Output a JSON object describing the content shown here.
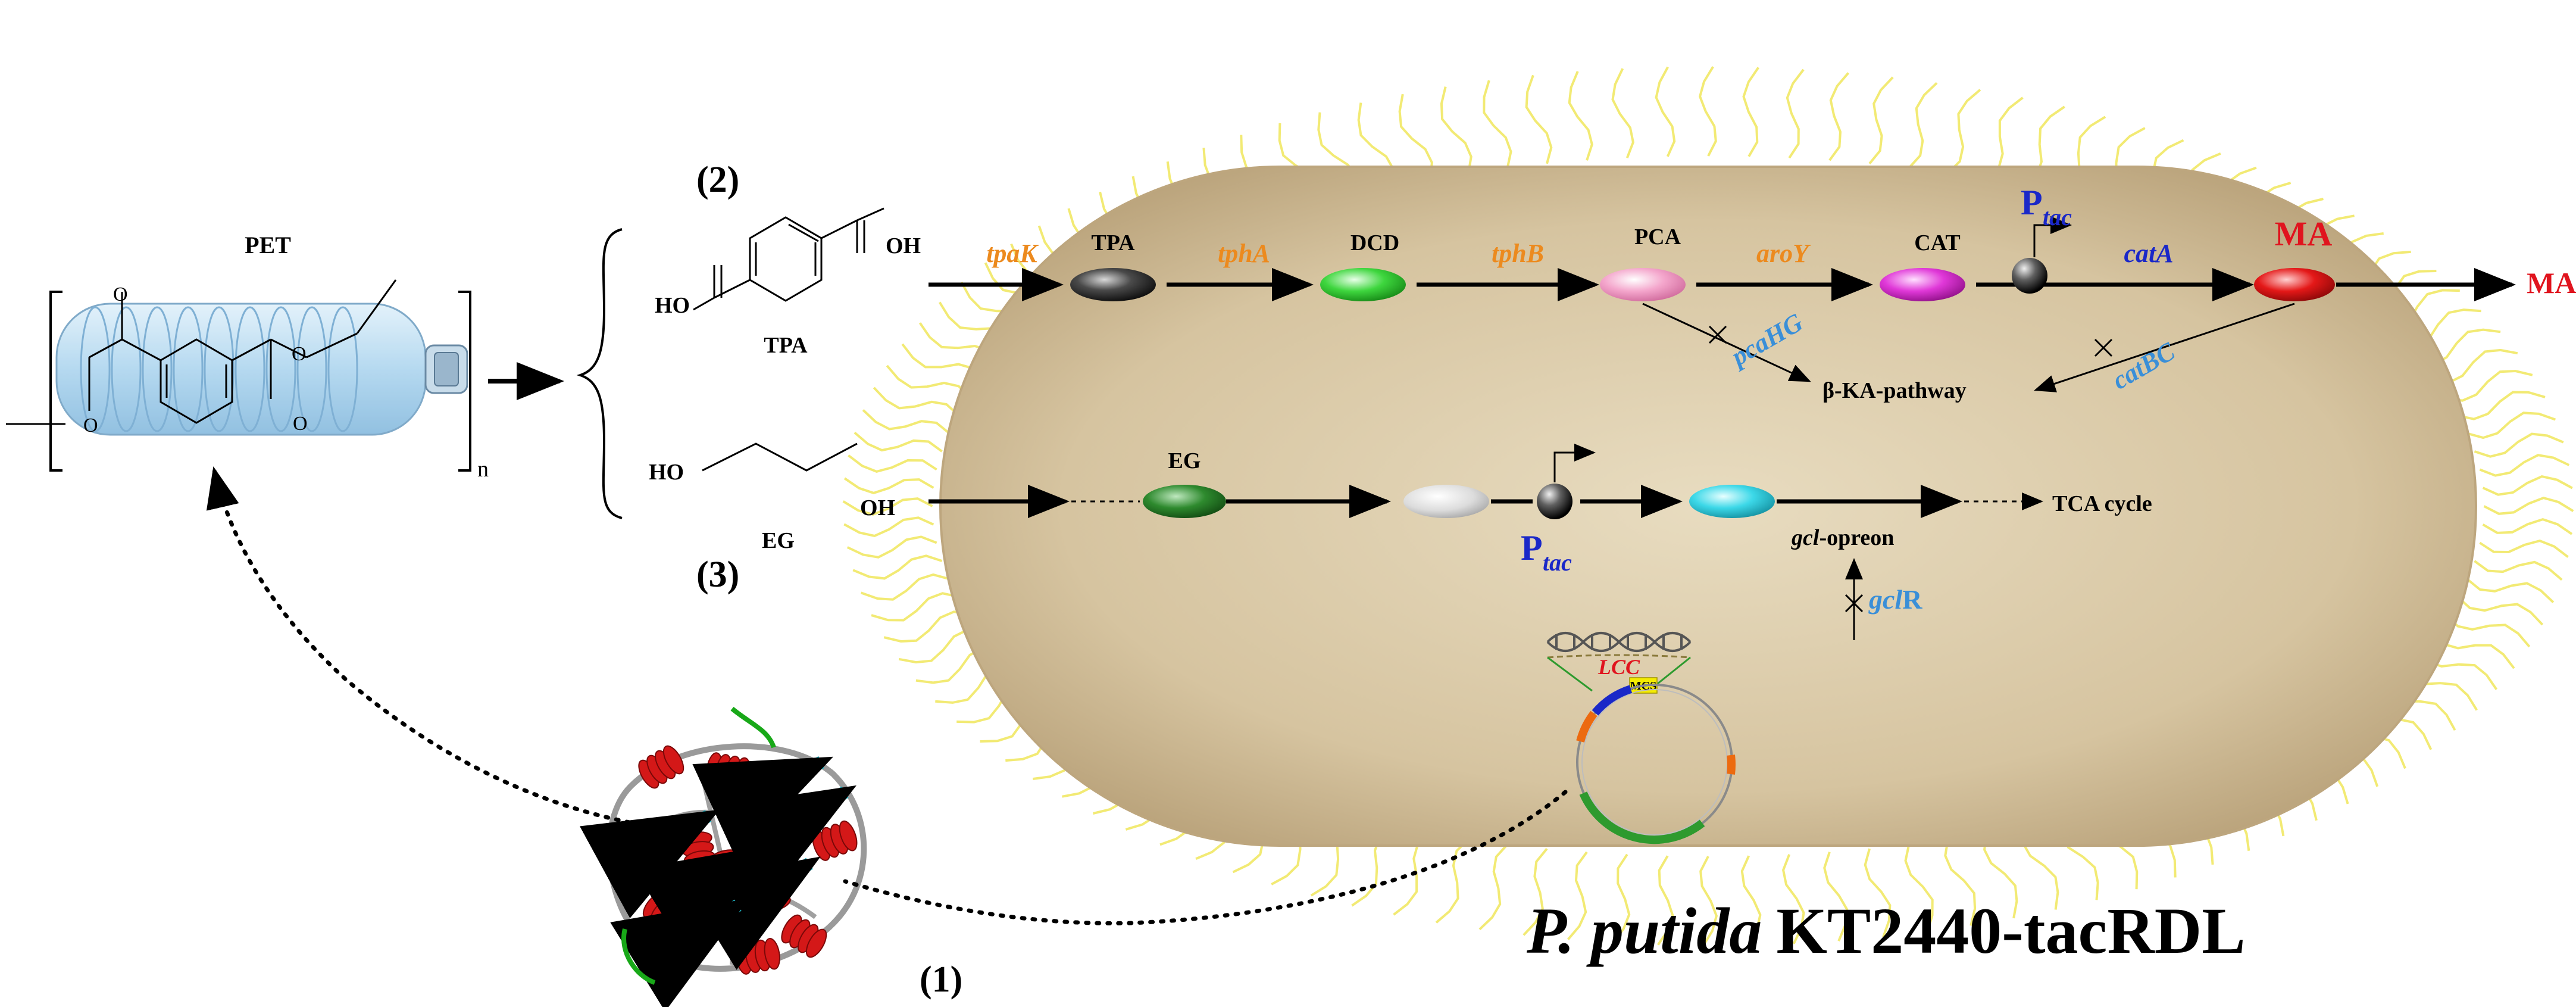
{
  "labels": {
    "pet": "PET",
    "repeat_n": "n",
    "step_2": "(2)",
    "step_3": "(3)",
    "step_1": "(1)",
    "tpa_cooh_oh": "OH",
    "tpa_cooh_ho": "HO",
    "tpa_struct_name": "TPA",
    "eg_ho": "HO",
    "eg_oh": "OH",
    "eg_struct_name": "EG",
    "pet_o1": "O",
    "pet_o2": "O",
    "pet_o3": "O",
    "pet_o4": "O",
    "strain": "KT2440-tacRDL",
    "strain_italic": "P. putida"
  },
  "tpa_pathway": {
    "genes": {
      "tpaK": "tpaK",
      "tphA": "tphA",
      "tphB": "tphB",
      "aroY": "aroY",
      "catA": "catA",
      "pcaHG": "pcaHG",
      "catBC": "catBC"
    },
    "metabolites": {
      "tpa": "TPA",
      "dcd": "DCD",
      "pca": "PCA",
      "cat": "CAT",
      "ma": "MA",
      "ma_out": "MA"
    },
    "promoter_p": "P",
    "promoter_sub": "tac",
    "beta_ka": "β-KA-pathway"
  },
  "eg_pathway": {
    "eg": "EG",
    "promoter_p": "P",
    "promoter_sub": "tac",
    "gcl_operon_italic": "gcl",
    "gcl_operon_rest": "-opreon",
    "gclR_italic": "gcl",
    "gclR_rest": "R",
    "tca": "TCA cycle"
  },
  "plasmid": {
    "gene": "LCC",
    "mcs": "MCS"
  },
  "colors": {
    "cell_fill": "#d6c4a0",
    "flagella": "#f2ea74",
    "gene_orange": "#ec8a1e",
    "gene_blue": "#3a8fd8",
    "promoter_blue": "#1a28c8",
    "ma_red": "#e0141e",
    "tpa_ellipse": "#3a3a3a",
    "dcd_ellipse": "#36d63a",
    "pca_ellipse": "#f4a6cc",
    "cat_ellipse": "#e038d8",
    "ma_ellipse": "#e41818",
    "eg_ellipse": "#2e8a2e",
    "mid_ellipse": "#dcdcdc",
    "gcl_ellipse": "#3cd8e8"
  }
}
